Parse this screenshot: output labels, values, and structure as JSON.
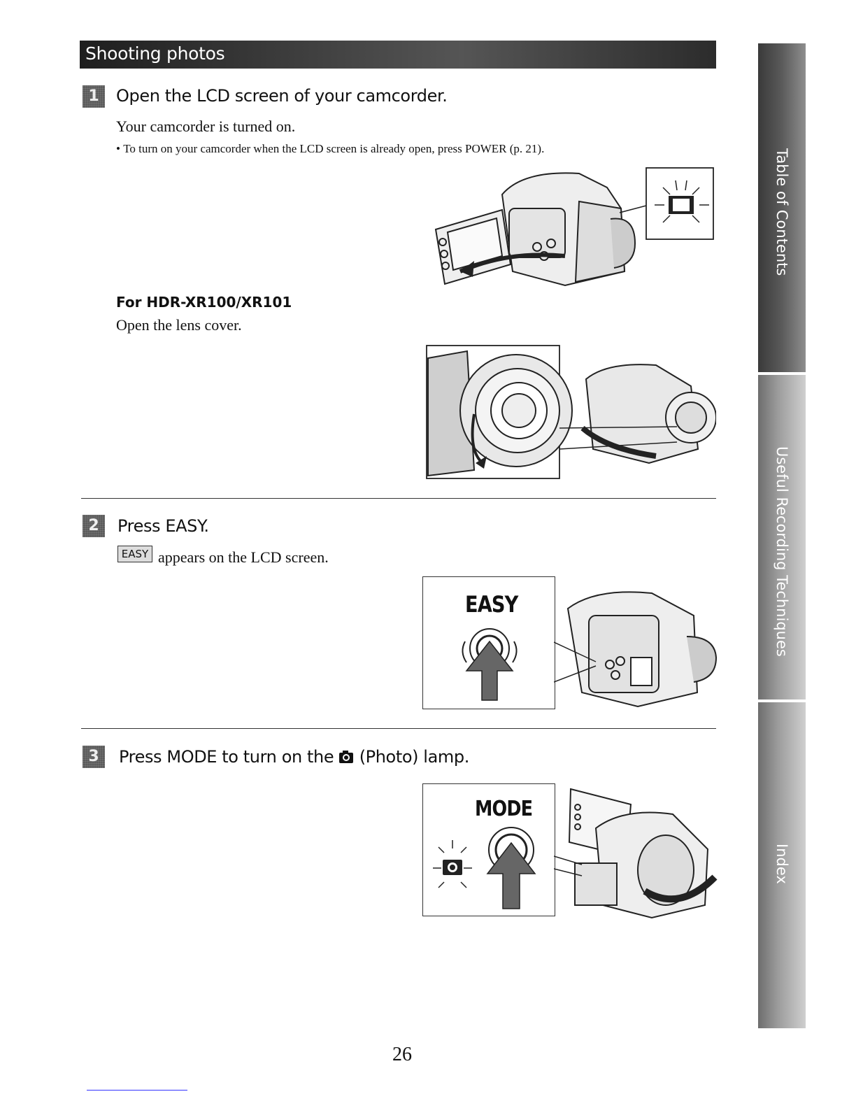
{
  "header": {
    "title": "Shooting photos"
  },
  "steps": [
    {
      "number": "1",
      "title": "Open the LCD screen of your camcorder.",
      "text": "Your camcorder is turned on.",
      "bullet": "To turn on your camcorder when the LCD screen is already open, press POWER (p. 21).",
      "sub_heading": "For HDR-XR100/XR101",
      "sub_text": "Open the lens cover."
    },
    {
      "number": "2",
      "title": "Press EASY.",
      "icon_label": "EASY",
      "text": "appears on the LCD screen.",
      "figure_label": "EASY"
    },
    {
      "number": "3",
      "title_before": "Press MODE to turn on the",
      "title_after": "(Photo) lamp.",
      "figure_label": "MODE"
    }
  ],
  "side_tabs": [
    {
      "label": "Table of Contents"
    },
    {
      "label": "Useful Recording Techniques"
    },
    {
      "label": "Index"
    }
  ],
  "page_number": "26"
}
